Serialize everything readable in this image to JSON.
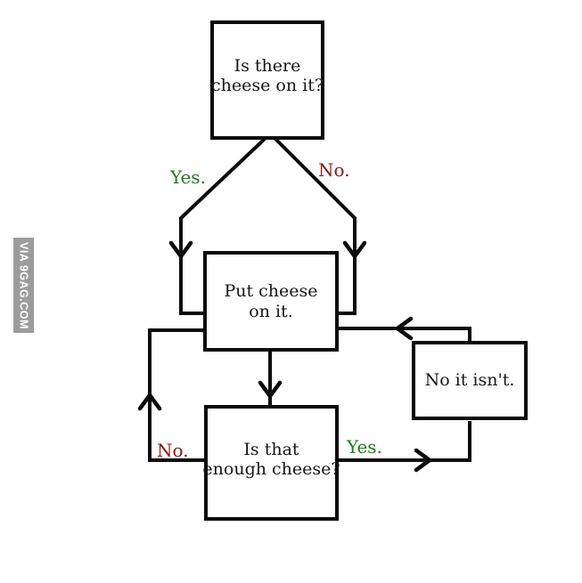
{
  "colors": {
    "background": "#ffffff",
    "line": "#0b0b0b",
    "yes": "#1e7d1e",
    "no": "#8b1515",
    "watermark_bg": "#9c9c9c",
    "watermark_text": "#ffffff"
  },
  "watermark": {
    "text": "VIA 9GAG.COM"
  },
  "flowchart": {
    "nodes": [
      {
        "id": "start",
        "lines": [
          "Is there",
          "cheese on it?"
        ]
      },
      {
        "id": "put",
        "lines": [
          "Put cheese",
          "on it."
        ]
      },
      {
        "id": "noisnt",
        "lines": [
          "No it isn't."
        ]
      },
      {
        "id": "enough",
        "lines": [
          "Is that",
          "enough cheese?"
        ]
      }
    ],
    "labels": [
      {
        "id": "yes-top",
        "text": "Yes."
      },
      {
        "id": "no-top",
        "text": "No."
      },
      {
        "id": "no-bottom",
        "text": "No."
      },
      {
        "id": "yes-bottom",
        "text": "Yes."
      }
    ]
  }
}
